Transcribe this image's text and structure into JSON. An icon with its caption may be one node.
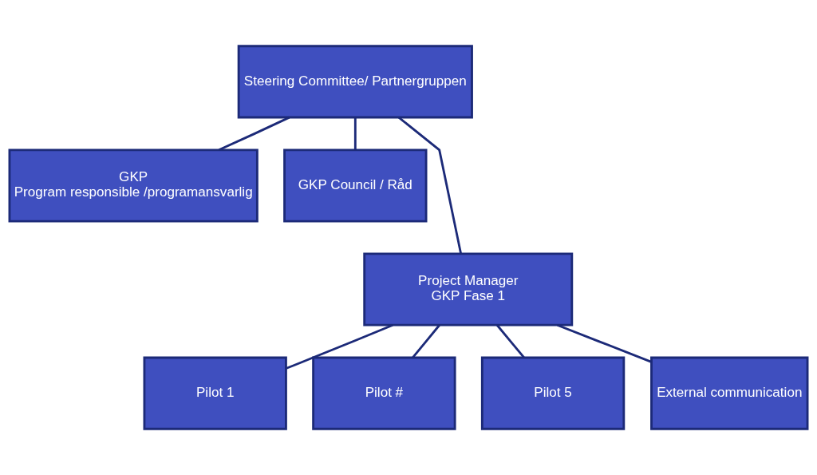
{
  "diagram": {
    "nodes": [
      {
        "text": [
          "Steering Committee/ Partnergruppen"
        ]
      },
      {
        "text": [
          "GKP",
          "Program responsible /programansvarlig"
        ]
      },
      {
        "text": [
          "GKP Council / Råd"
        ]
      },
      {
        "text": [
          "Project Manager",
          "GKP Fase 1"
        ]
      },
      {
        "text": [
          "Pilot 1"
        ]
      },
      {
        "text": [
          "Pilot #"
        ]
      },
      {
        "text": [
          "Pilot 5"
        ]
      },
      {
        "text": [
          "External communication"
        ]
      }
    ],
    "edges": [
      {
        "from": 0,
        "to": 1,
        "arrow": "none"
      },
      {
        "from": 0,
        "to": 2,
        "arrow": "none"
      },
      {
        "from": 0,
        "to": 3,
        "arrow": "none"
      },
      {
        "from": 3,
        "to": 4,
        "arrow": "none"
      },
      {
        "from": 3,
        "to": 5,
        "arrow": "none"
      },
      {
        "from": 3,
        "to": 6,
        "arrow": "none"
      },
      {
        "from": 3,
        "to": 7,
        "arrow": "none"
      }
    ]
  }
}
